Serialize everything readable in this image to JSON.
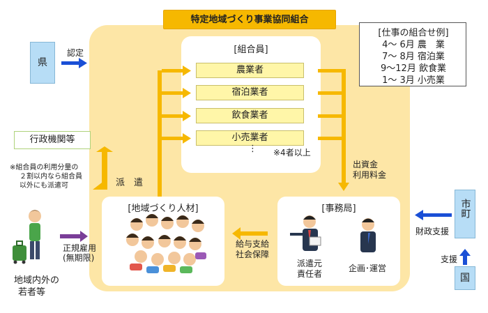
{
  "title": "特定地域づくり事業協同組合",
  "prefecture": {
    "label": "県",
    "arrow_label": "認定"
  },
  "members": {
    "title": "[組合員]",
    "items": [
      "農業者",
      "宿泊業者",
      "飲食業者",
      "小売業者"
    ],
    "ellipsis": "⋮",
    "note": "※4者以上"
  },
  "callout": {
    "title": "[仕事の組合せ例]",
    "rows": [
      "4～ 6月 農　業",
      "7～ 8月 宿泊業",
      "9～12月 飲食業",
      "1～ 3月 小売業"
    ]
  },
  "admin": {
    "label": "行政機関等",
    "note": [
      "※組合員の利用分量の",
      "２割以内なら組合員",
      "以外にも派遣可"
    ]
  },
  "dispatch_label": "派　遣",
  "payment_label": [
    "出資金",
    "利用料金"
  ],
  "jinzai": {
    "title": "[地域づくり人材]"
  },
  "jimukyoku": {
    "title": "[事務局]",
    "person1": [
      "派遣元",
      "責任者"
    ],
    "person2": "企画･運営"
  },
  "salary_label": [
    "給与支給",
    "社会保障"
  ],
  "municipality": {
    "label": "市町",
    "support_label": "財政支援"
  },
  "country": {
    "label": "国",
    "support_label": "支援"
  },
  "youth": {
    "label": [
      "地域内外の",
      "若者等"
    ],
    "employment": [
      "正規雇用",
      "(無期限)"
    ]
  },
  "colors": {
    "main_bg": "#fde6a6",
    "title_bg": "#f6b800",
    "arrow_yellow": "#f6b800",
    "arrow_blue": "#1a4fd6",
    "arrow_purple": "#7a3e98",
    "member_fill": "#fff6a8",
    "gov_fill": "#b7ddf6"
  },
  "icons": [
    "person-with-suitcase-icon",
    "crowd-of-people-icon",
    "pointing-staff-icon",
    "suited-staff-icon"
  ]
}
